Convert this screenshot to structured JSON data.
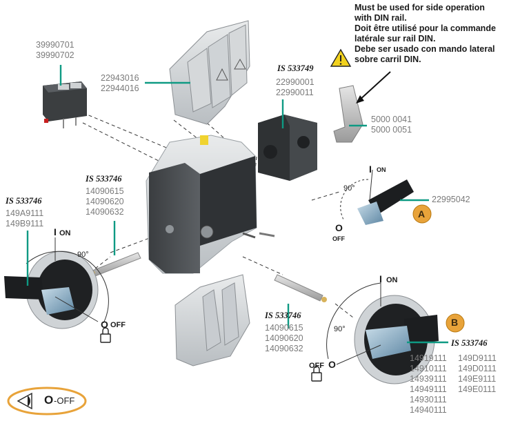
{
  "colors": {
    "leader": "#0e9a83",
    "callout": "#e8a33a",
    "callout_text": "#3a2a10",
    "gray_text": "#7a7a7a"
  },
  "warning": {
    "icon": "warning-triangle-icon",
    "text": "Must be used for side operation with DIN rail.\nDoit être utilisé pour la commande latérale sur rail DIN.\nDebe ser usado con mando lateral sobre carril DIN."
  },
  "aux_contact": {
    "codes": "39990701\n39990702"
  },
  "terminal_cover": {
    "codes": "22943016\n22944016"
  },
  "aux_block": {
    "ref": "IS 533749",
    "codes": "22990001\n22990011"
  },
  "din_bracket": {
    "codes": "5000 0041\n5000 0051"
  },
  "side_handle": {
    "code": "22995042",
    "on_label": "ON",
    "on_mark": "I",
    "off_label": "OFF",
    "off_mark": "O",
    "angle": "90°",
    "badge": "A"
  },
  "left_handle": {
    "ref": "IS 533746",
    "codes": "149A9111\n149B9111",
    "on_label": "ON",
    "on_mark": "I",
    "off_label": "OFF",
    "off_mark": "O",
    "angle": "90°"
  },
  "shaft_top": {
    "ref": "IS 533746",
    "codes": "14090615\n14090620\n14090632"
  },
  "shaft_bottom": {
    "ref": "IS 533746",
    "codes": "14090615\n14090620\n14090632"
  },
  "right_handle": {
    "ref": "IS 533746",
    "codes_left": "14919111\n14910111\n14939111\n14949111\n14930111\n14940111",
    "codes_right": "149D9111\n149D0111\n149E9111\n149E0111",
    "on_label": "ON",
    "on_mark": "I",
    "off_label": "OFF",
    "off_mark": "O",
    "angle": "90°",
    "badge": "B"
  },
  "legend": {
    "icon": "eye-icon",
    "mark": "O",
    "label": "-OFF"
  }
}
